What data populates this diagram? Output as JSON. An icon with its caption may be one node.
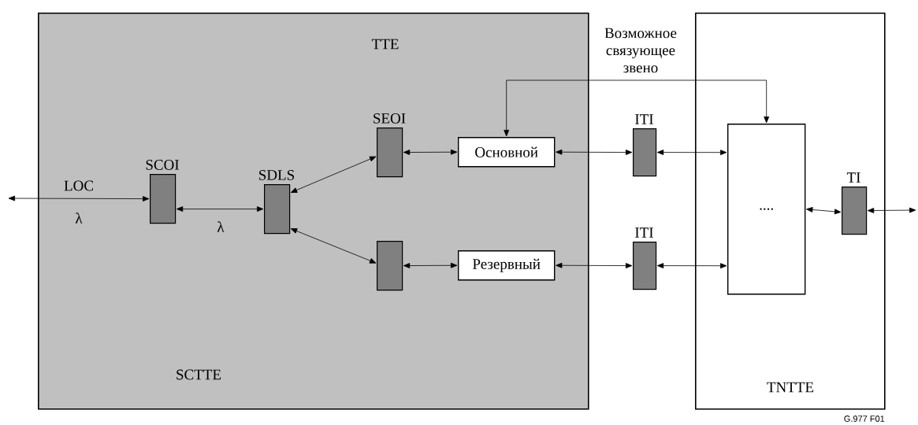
{
  "diagram": {
    "nodes": [
      {
        "text": [
          "TTE",
          "SCTTE"
        ]
      },
      {
        "text": [
          "TNTTE"
        ]
      },
      {
        "text": [
          "SCOI"
        ],
        "in": 0
      },
      {
        "text": [
          "SDLS"
        ],
        "in": 0
      },
      {
        "text": [
          "SEOI"
        ],
        "in": 0
      },
      {
        "text": [],
        "shape": "box",
        "in": 0
      },
      {
        "text": [
          "Основной"
        ],
        "in": 0
      },
      {
        "text": [
          "Резервный"
        ],
        "in": 0
      },
      {
        "text": [
          "ITI"
        ]
      },
      {
        "text": [
          "ITI"
        ]
      },
      {
        "text": [
          "...."
        ],
        "in": 1
      },
      {
        "text": [
          "TI"
        ],
        "in": 1
      }
    ],
    "edges": [
      {
        "from": null,
        "to": 2,
        "arrow": "both",
        "label": "LOC"
      },
      {
        "from": 2,
        "to": 3,
        "arrow": "both",
        "label": "λ"
      },
      {
        "from": 3,
        "to": 4,
        "arrow": "both"
      },
      {
        "from": 3,
        "to": 5,
        "arrow": "both"
      },
      {
        "from": 4,
        "to": 6,
        "arrow": "both"
      },
      {
        "from": 5,
        "to": 7,
        "arrow": "both"
      },
      {
        "from": 6,
        "to": 8,
        "arrow": "both"
      },
      {
        "from": 7,
        "to": 9,
        "arrow": "both"
      },
      {
        "from": 8,
        "to": 10,
        "arrow": "both"
      },
      {
        "from": 9,
        "to": 10,
        "arrow": "both"
      },
      {
        "from": 10,
        "to": 11,
        "arrow": "both"
      },
      {
        "from": 11,
        "to": null,
        "arrow": "both"
      },
      {
        "from": 6,
        "to": 10,
        "arrow": "both"
      }
    ],
    "labels": [
      "λ",
      "Возможное связующее звено",
      "G.977 F01"
    ]
  }
}
